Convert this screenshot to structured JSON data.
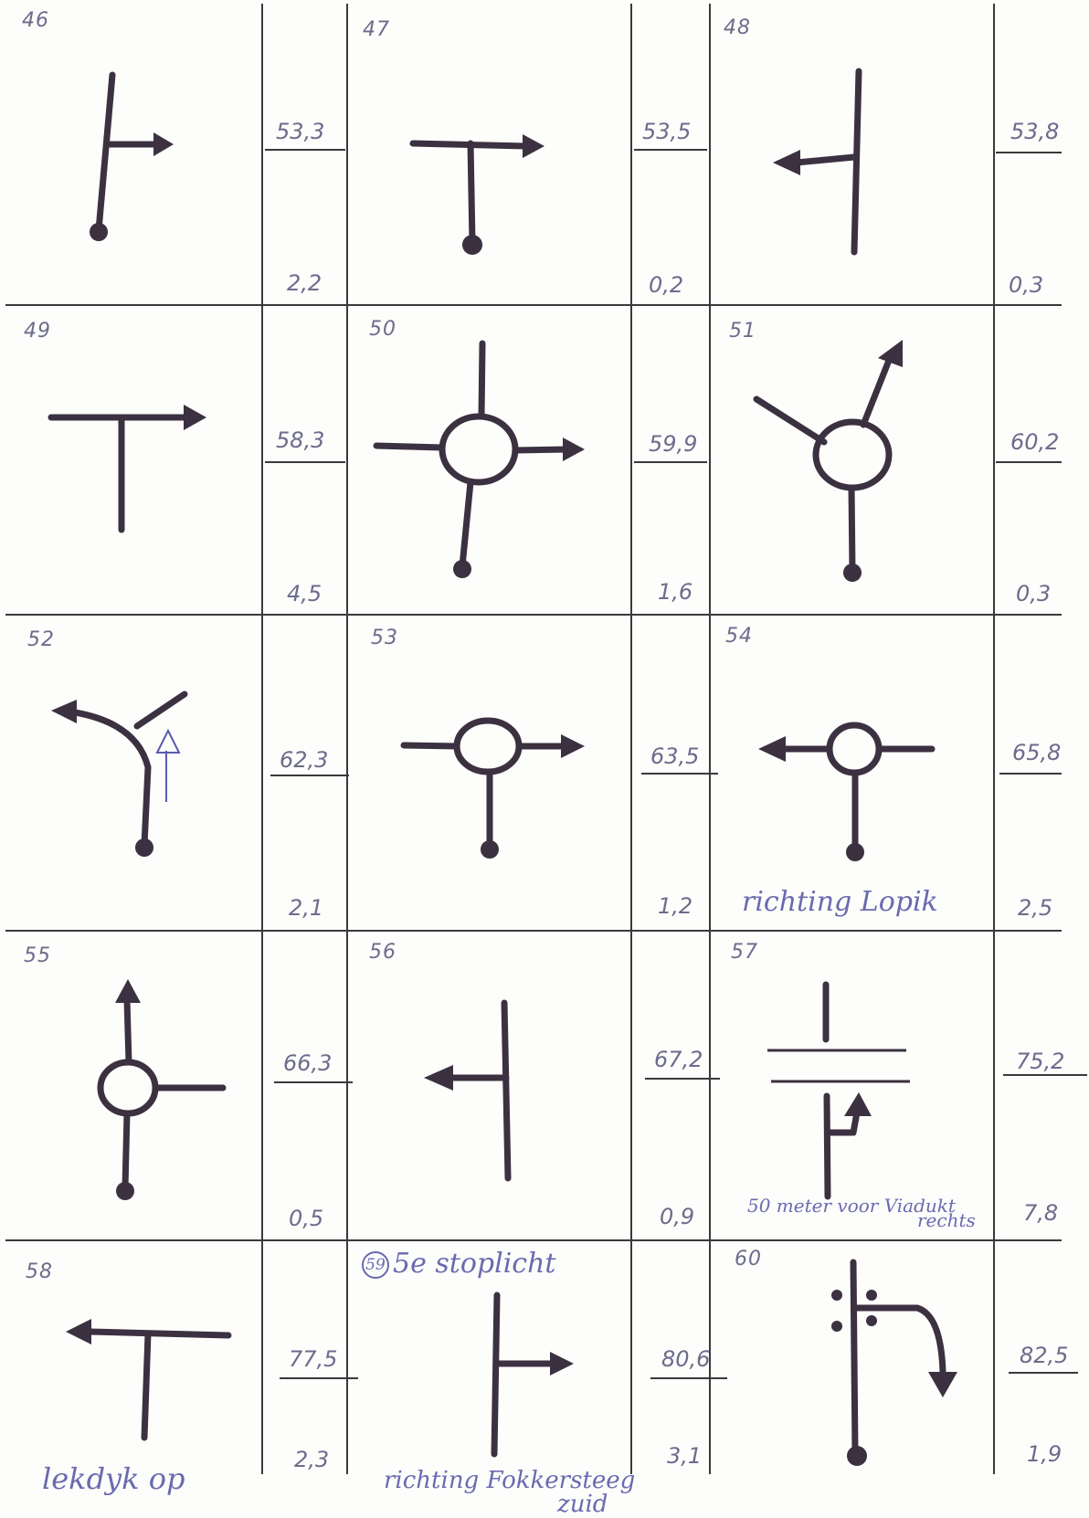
{
  "cells": [
    {
      "num": "46",
      "total": "53,3",
      "part": "2,2"
    },
    {
      "num": "47",
      "total": "53,5",
      "part": "0,2"
    },
    {
      "num": "48",
      "total": "53,8",
      "part": "0,3"
    },
    {
      "num": "49",
      "total": "58,3",
      "part": "4,5"
    },
    {
      "num": "50",
      "total": "59,9",
      "part": "1,6"
    },
    {
      "num": "51",
      "total": "60,2",
      "part": "0,3"
    },
    {
      "num": "52",
      "total": "62,3",
      "part": "2,1"
    },
    {
      "num": "53",
      "total": "63,5",
      "part": "1,2"
    },
    {
      "num": "54",
      "total": "65,8",
      "part": "2,5"
    },
    {
      "num": "55",
      "total": "66,3",
      "part": "0,5"
    },
    {
      "num": "56",
      "total": "67,2",
      "part": "0,9"
    },
    {
      "num": "57",
      "total": "75,2",
      "part": "7,8"
    },
    {
      "num": "58",
      "total": "77,5",
      "part": "2,3"
    },
    {
      "num": "59",
      "total": "80,6",
      "part": "3,1"
    },
    {
      "num": "60",
      "total": "82,5",
      "part": "1,9"
    }
  ],
  "notes": {
    "n54": "richting Lopik",
    "n57_line1": "50 meter voor Viadukt",
    "n57_line2": "rechts",
    "n58": "lekdyk op",
    "n59_top": "5e stoplicht",
    "n59_bottom_1": "richting Fokkersteeg",
    "n59_bottom_2": "zuid"
  }
}
